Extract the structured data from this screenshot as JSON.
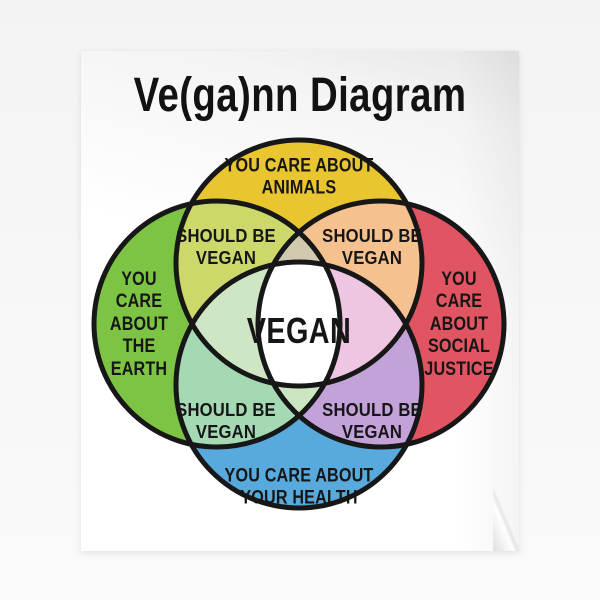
{
  "title": "Ve(ga)nn Diagram",
  "venn": {
    "outline_color": "#171717",
    "center": {
      "label": "VEGAN",
      "color": "#ffffff"
    },
    "circles": [
      {
        "id": "animals",
        "label": "YOU CARE ABOUT\nANIMALS",
        "color": "#e9c52f"
      },
      {
        "id": "earth",
        "label": "YOU\nCARE\nABOUT\nTHE\nEARTH",
        "color": "#7dc344"
      },
      {
        "id": "social-justice",
        "label": "YOU\nCARE\nABOUT\nSOCIAL\nJUSTICE",
        "color": "#e05561"
      },
      {
        "id": "health",
        "label": "YOU CARE ABOUT\nYOUR HEALTH",
        "color": "#58aadd"
      }
    ],
    "pair_overlaps": [
      {
        "id": "animals-earth",
        "label": "SHOULD BE\nVEGAN",
        "color": "#ccd869"
      },
      {
        "id": "animals-social-justice",
        "label": "SHOULD BE\nVEGAN",
        "color": "#f5c28f"
      },
      {
        "id": "earth-health",
        "label": "SHOULD BE\nVEGAN",
        "color": "#a5d9b4"
      },
      {
        "id": "social-justice-health",
        "label": "SHOULD BE\nVEGAN",
        "color": "#c2a2d9"
      }
    ],
    "triple_overlaps": {
      "top": "#cfc9ae",
      "bottom": "#cbe6c1",
      "left": "#cfe6c5",
      "right": "#efc6e2"
    }
  }
}
